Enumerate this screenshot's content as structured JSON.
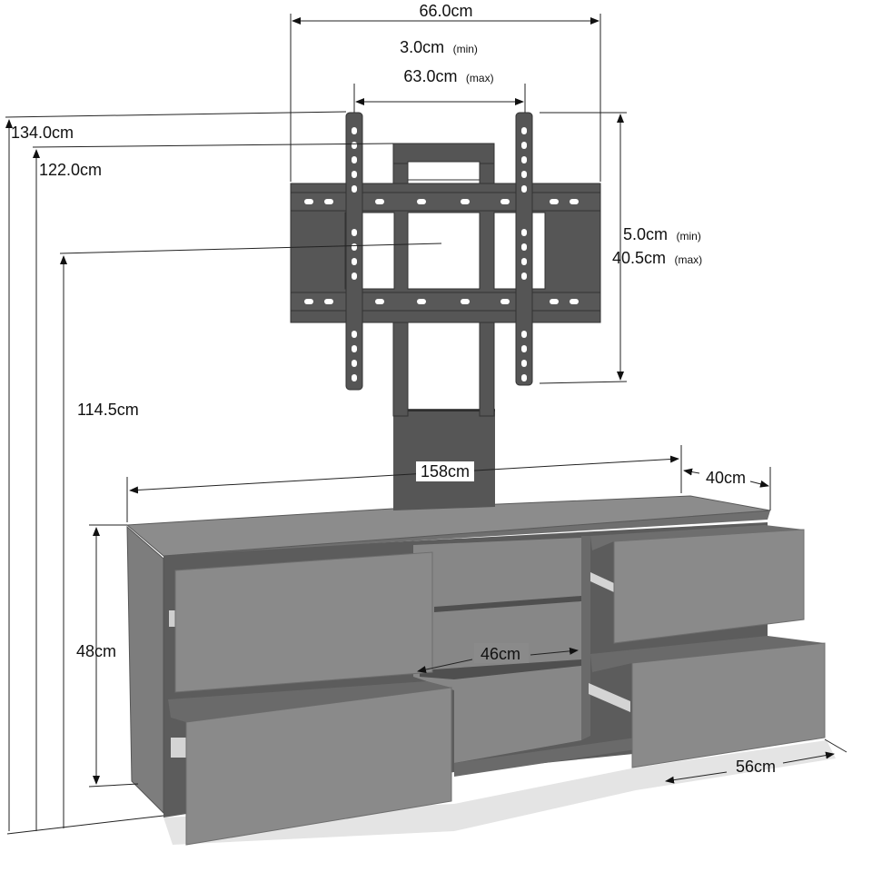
{
  "colors": {
    "cabinet": "#8a8a8a",
    "cabinet_dark": "#5c5c5c",
    "bracket": "#545454",
    "line": "#222222"
  },
  "dimensions": {
    "bracket_width": "66.0cm",
    "spacing_min_value": "3.0cm",
    "spacing_min_note": "(min)",
    "spacing_max_value": "63.0cm",
    "spacing_max_note": "(max)",
    "height_total": "134.0cm",
    "height_post": "122.0cm",
    "height_center": "114.5cm",
    "vertical_min_value": "5.0cm",
    "vertical_min_note": "(min)",
    "vertical_max_value": "40.5cm",
    "vertical_max_note": "(max)",
    "cabinet_width": "158cm",
    "cabinet_depth": "40cm",
    "cabinet_height": "48cm",
    "shelf_width": "46cm",
    "drawer_depth": "56cm"
  }
}
